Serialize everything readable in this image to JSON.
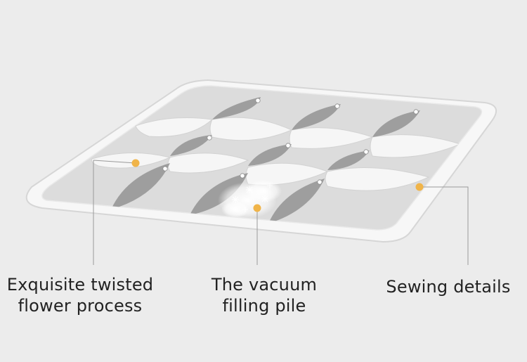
{
  "colors": {
    "background": "#ececec",
    "pad_outer": "#f7f7f7",
    "pad_edge": "#d6d6d6",
    "pad_inner": "#dcdcdc",
    "quilt_panel": "#f6f6f6",
    "twist_fold": "#9e9e9e",
    "callout_dot": "#f0b449",
    "leader_line": "#9a9a9a",
    "text": "#222222"
  },
  "callouts": [
    {
      "id": "twisted",
      "lines": [
        "Exquisite twisted",
        "flower process"
      ]
    },
    {
      "id": "vacuum",
      "lines": [
        "The vacuum",
        "filling pile"
      ]
    },
    {
      "id": "sewing",
      "lines": [
        "Sewing details"
      ]
    }
  ]
}
